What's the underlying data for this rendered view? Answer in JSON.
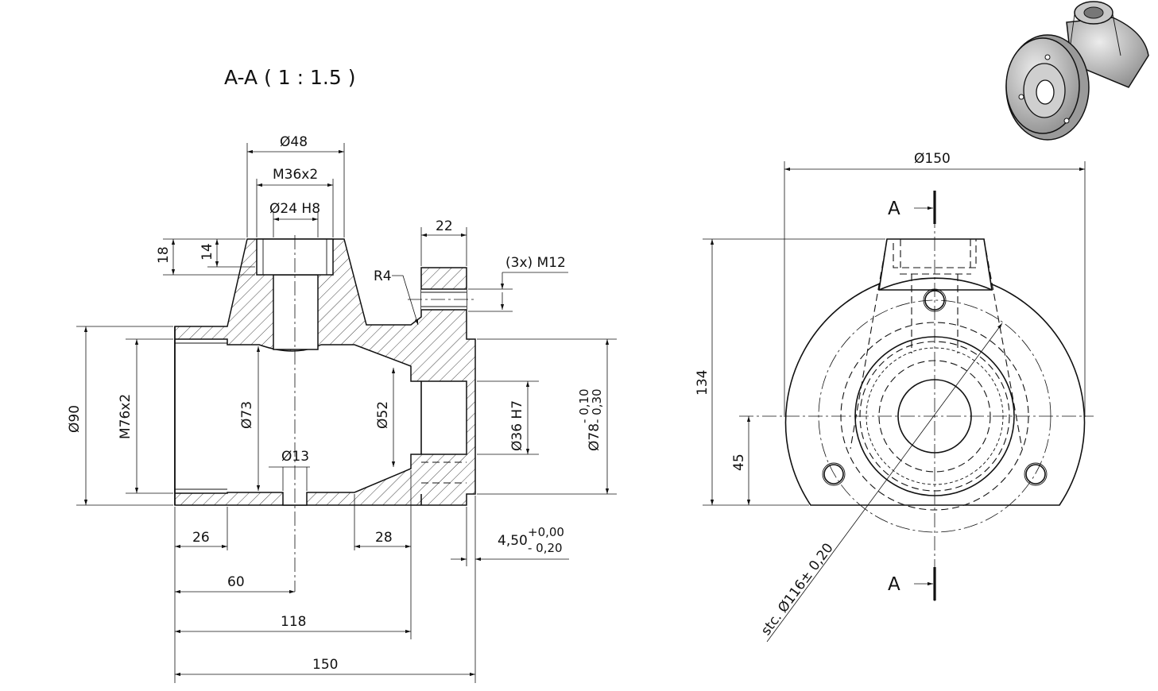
{
  "section_title": "A-A ( 1 : 1.5 )",
  "section_view": {
    "dims": {
      "d48": "Ø48",
      "m36": "M36x2",
      "d24": "Ø24 H8",
      "h18": "18",
      "h14": "14",
      "w22": "22",
      "r4": "R4",
      "holes": "(3x) M12",
      "d90": "Ø90",
      "m76": "M76x2",
      "d73": "Ø73",
      "d52": "Ø52",
      "d36": "Ø36 H7",
      "d78": "Ø78",
      "d78_upper": "- 0,10",
      "d78_lower": "- 0,30",
      "d13": "Ø13",
      "l26": "26",
      "l28": "28",
      "l60": "60",
      "l118": "118",
      "l150": "150",
      "t450": "4,50",
      "t450_upper": "+0,00",
      "t450_lower": "- 0,20"
    }
  },
  "front_view": {
    "dims": {
      "d150": "Ø150",
      "h134": "134",
      "h45": "45",
      "pcd": "stc. Ø116± 0,20"
    },
    "cut_label_top": "A",
    "cut_label_bottom": "A"
  },
  "iso_view": {
    "name": "3D preview"
  }
}
